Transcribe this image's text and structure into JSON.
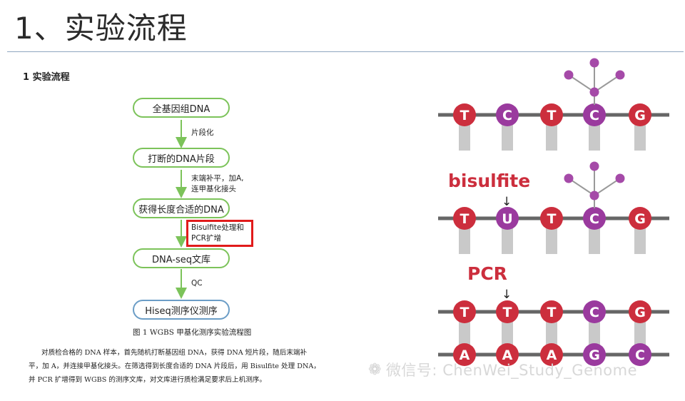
{
  "slide_title": "1、实验流程",
  "section_heading": "1  实验流程",
  "flow_nodes": [
    "全基因组DNA",
    "打断的DNA片段",
    "获得长度合适的DNA",
    "DNA-seq文库",
    "Hiseq测序仪测序"
  ],
  "flow_steps": [
    [
      "片段化"
    ],
    [
      "末端补平，加A,",
      "连甲基化接头"
    ],
    [
      "Bisulfite处理和",
      "PCR扩增"
    ],
    [
      "QC"
    ]
  ],
  "figure_caption": "图 1 WGBS 甲基化测序实验流程图",
  "body_lines": [
    "对质检合格的 DNA 样本，首先随机打断基因组 DNA，获得 DNA 短片段，随后末端补",
    "平，加 A，并连接甲基化接头。在筛选得到长度合适的 DNA 片段后，用 Bisulfite 处理 DNA，",
    "并 PCR 扩增得到 WGBS 的测序文库，对文库进行质检满足要求后上机测序。"
  ],
  "strands": {
    "row1": [
      "T",
      "C",
      "T",
      "C",
      "G"
    ],
    "row2": [
      "T",
      "U",
      "T",
      "C",
      "G"
    ],
    "row3_top": [
      "T",
      "T",
      "T",
      "C",
      "G"
    ],
    "row3_bottom": [
      "A",
      "A",
      "A",
      "G",
      "C"
    ]
  },
  "labels": {
    "bisulfite": "bisulfite",
    "pcr": "PCR",
    "arrow": "↓"
  },
  "colors": {
    "red_base": "#cc2e3d",
    "purple_base": "#9a3a9e",
    "strand": "#666666",
    "stub": "#c9c9c9",
    "methyl": "#a54aa8",
    "label_red": "#cc2e3d",
    "flow_green": "#7cc35a",
    "flow_blue": "#6b9dc6",
    "highlight": "#e11b1b"
  },
  "watermark": "微信号: ChenWei_Study_Genome"
}
